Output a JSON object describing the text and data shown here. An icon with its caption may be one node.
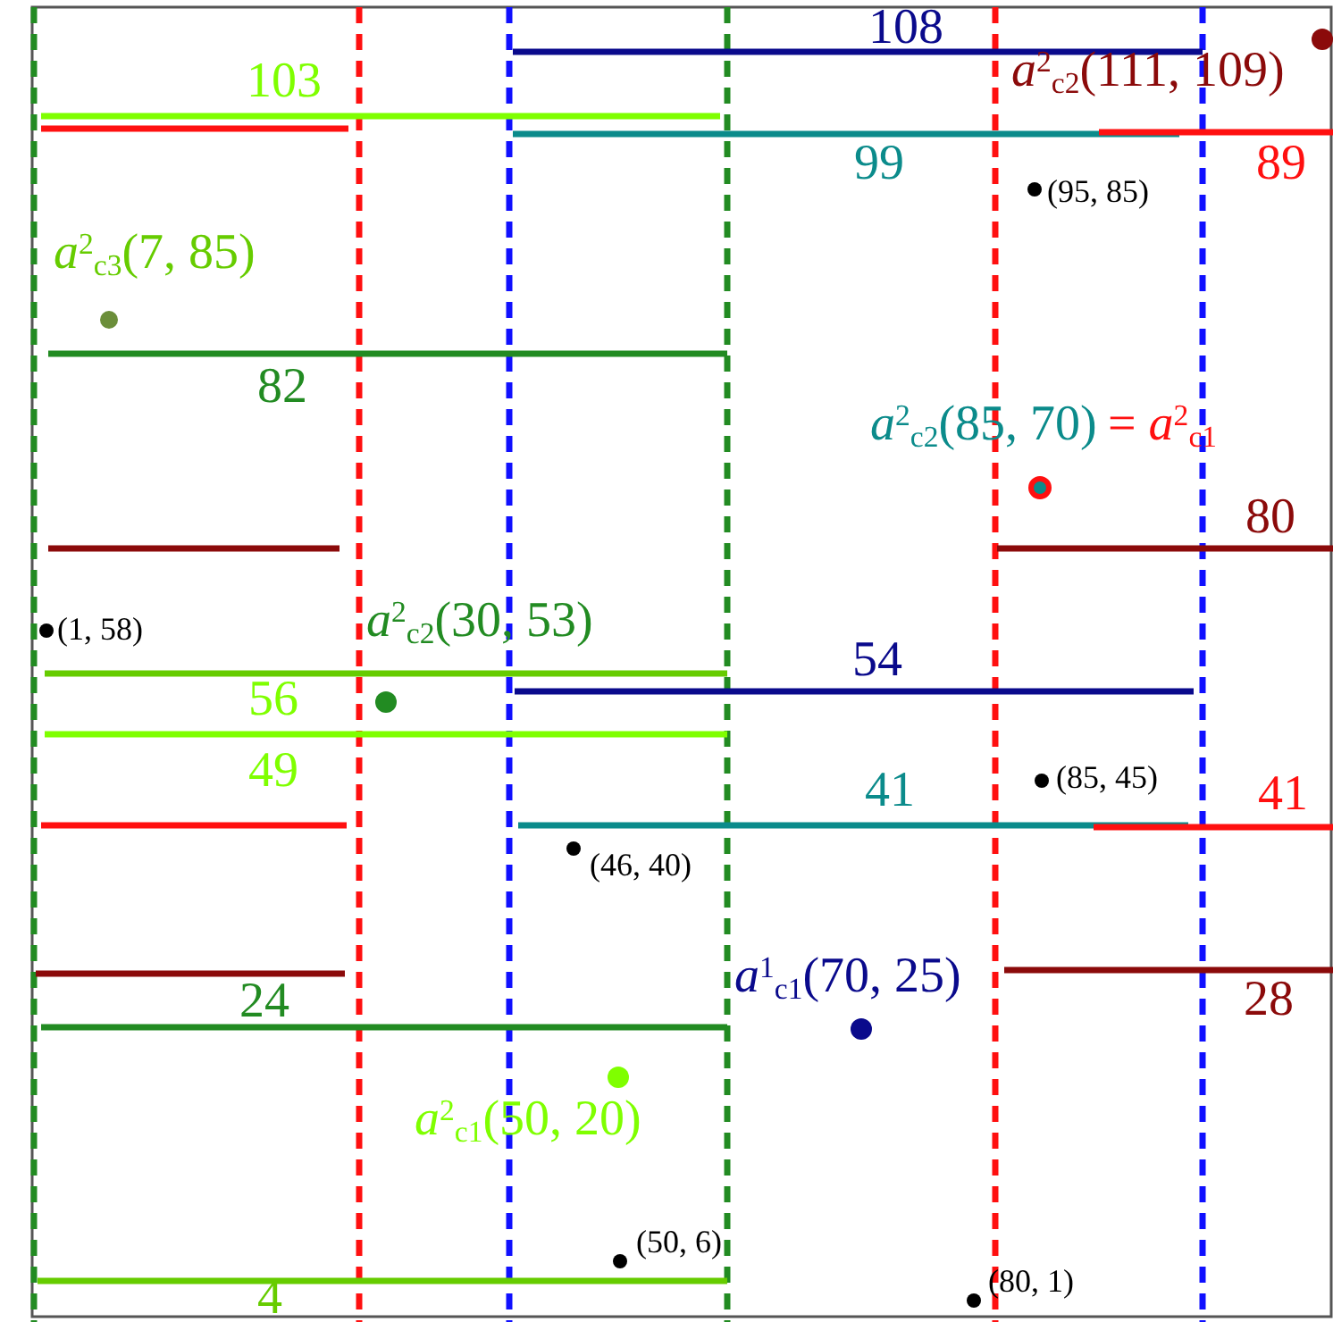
{
  "diagram": {
    "labels": [
      "108",
      "103",
      "*a*$^{2}$$_{c2}$(111, 109)",
      "99",
      "89",
      "(95, 85)",
      "*a*$^{2}$$_{c3}$(7, 85)",
      "82",
      "*a*$^{2}$$_{c2}$(85, 70)",
      "= *a*$^{2}$$_{c1}$",
      "80",
      "(1, 58)",
      "*a*$^{2}$$_{c2}$(30, 53)",
      "54",
      "56",
      "49",
      "41",
      "(85, 45)",
      "41",
      "(46, 40)",
      "*a*$^{1}$$_{c1}$(70, 25)",
      "24",
      "28",
      "*a*$^{2}$$_{c1}$(50, 20)",
      "(50, 6)",
      "4",
      "(80, 1)"
    ]
  }
}
